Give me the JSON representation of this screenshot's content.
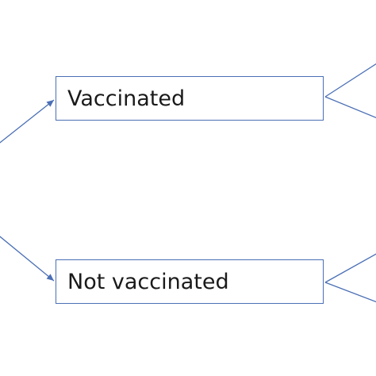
{
  "diagram": {
    "line_color": "#4a6fb5",
    "nodes": [
      {
        "id": "vaccinated",
        "label": "Vaccinated"
      },
      {
        "id": "not_vaccinated",
        "label": "Not vaccinated"
      }
    ]
  }
}
